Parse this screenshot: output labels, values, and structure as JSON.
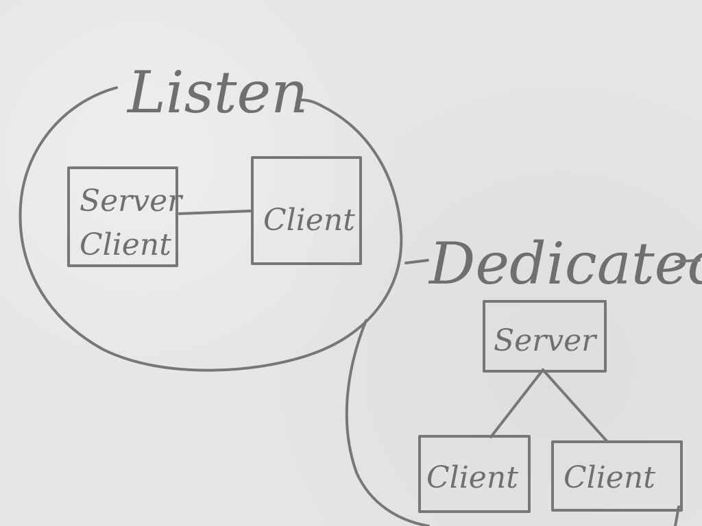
{
  "diagram": {
    "listen": {
      "title": "Listen",
      "server_client_line1": "Server",
      "server_client_line2": "Client",
      "client": "Client"
    },
    "dedicated": {
      "title": "Dedicated",
      "server": "Server",
      "client_left": "Client",
      "client_right": "Client"
    },
    "ink_color": "#777777",
    "paper_color": "#e5e5e5"
  }
}
